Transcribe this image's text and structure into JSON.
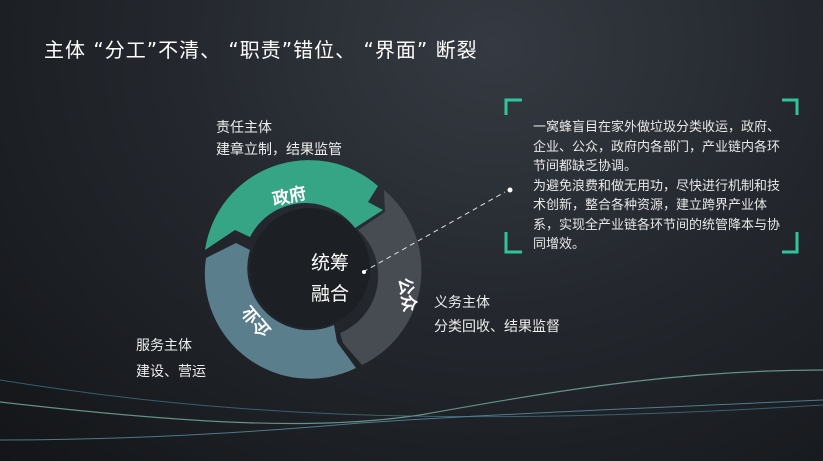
{
  "title": "主体 “分工”不清、 “职责”错位、 “界面” 断裂",
  "center": {
    "line1": "统筹",
    "line2": "融合"
  },
  "segments": [
    {
      "name": "government",
      "label": "政府",
      "color": "#35a585"
    },
    {
      "name": "public",
      "label": "公众",
      "color": "#474b52"
    },
    {
      "name": "enterprise",
      "label": "企业",
      "color": "#5b7e8c"
    }
  ],
  "labels": {
    "government": {
      "role": "责任主体",
      "duty": "建章立制，结果监管"
    },
    "public": {
      "role": "义务主体",
      "duty": "分类回收、结果监督"
    },
    "enterprise": {
      "role": "服务主体",
      "duty": "建设、营运"
    }
  },
  "info_box": {
    "paragraph1": "一窝蜂盲目在家外做垃圾分类收运，政府、企业、公众，政府内各部门，产业链内各环节间都缺乏协调。",
    "paragraph2": "为避免浪费和做无用功，尽快进行机制和技术创新，整合各种资源，建立跨界产业体系，实现全产业链各环节间的统管降本与协同增效。",
    "bracket_color": "#2fc59a"
  }
}
